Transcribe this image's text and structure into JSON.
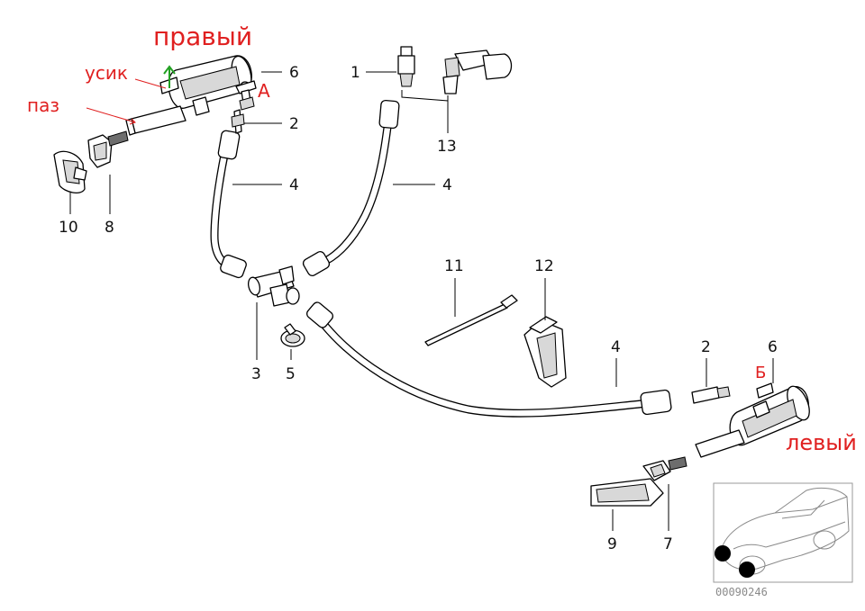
{
  "part_labels": {
    "p1": "1",
    "p2_top": "2",
    "p2_right": "2",
    "p3": "3",
    "p4_a": "4",
    "p4_b": "4",
    "p4_c": "4",
    "p5": "5",
    "p6_top": "6",
    "p6_right": "6",
    "p7": "7",
    "p8": "8",
    "p9": "9",
    "p10": "10",
    "p11": "11",
    "p12": "12",
    "p13": "13"
  },
  "annotations": {
    "right_side": "правый",
    "tab": "усик",
    "groove": "паз",
    "mark_a": "А",
    "mark_b": "Б",
    "left_side": "левый"
  },
  "reference_code": "00090246",
  "colors": {
    "annotation_red": "#e02020",
    "arrow_green": "#22a022",
    "line_art": "#000000",
    "reference_gray": "#8a8a8a"
  }
}
